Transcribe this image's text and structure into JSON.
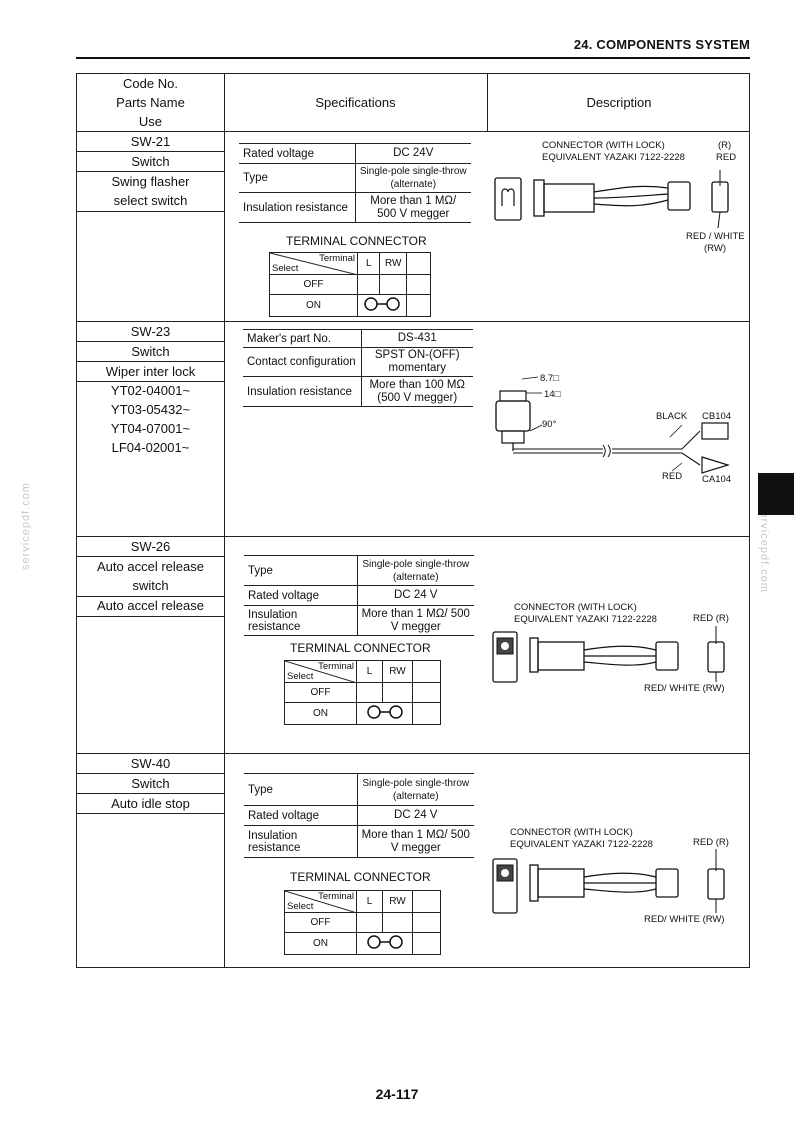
{
  "header": {
    "title": "24. COMPONENTS SYSTEM"
  },
  "table_header": {
    "col1": [
      "Code No.",
      "Parts Name",
      "Use"
    ],
    "col2": "Specifications",
    "col3": "Description"
  },
  "rows": [
    {
      "code": "SW-21",
      "name": "Switch",
      "use": [
        "Swing flasher",
        "select switch"
      ],
      "specs": [
        {
          "key": "Rated voltage",
          "value": "DC 24V"
        },
        {
          "key": "Type",
          "value": "Single-pole single-throw (alternate)"
        },
        {
          "key": "Insulation resistance",
          "value": "More than 1 MΩ/ 500 V megger"
        }
      ],
      "terminal": {
        "title": "TERMINAL CONNECTOR",
        "corner_top": "Terminal",
        "corner_bottom": "Select",
        "cols": [
          "L",
          "RW"
        ],
        "rows": [
          "OFF",
          "ON"
        ]
      },
      "diagram": {
        "connector": "CONNECTOR (WITH LOCK)",
        "equivalent": "EQUIVALENT YAZAKI 7122-2228",
        "r_code": "(R)",
        "r_color": "RED",
        "rw_color": "RED / WHITE",
        "rw_code": "(RW)"
      }
    },
    {
      "code": "SW-23",
      "name": "Switch",
      "use": [
        "Wiper inter lock"
      ],
      "serials": [
        "YT02-04001~",
        "YT03-05432~",
        "YT04-07001~",
        "LF04-02001~"
      ],
      "specs": [
        {
          "key": "Maker's part No.",
          "value": "DS-431"
        },
        {
          "key": "Contact configuration",
          "value": "SPST ON-(OFF) momentary"
        },
        {
          "key": "Insulation resistance",
          "value": "More than 100 MΩ (500 V megger)"
        }
      ],
      "diagram": {
        "dim1": "8.7□",
        "dim2": "14□",
        "angle": "90°",
        "black": "BLACK",
        "cb": "CB104",
        "red": "RED",
        "ca": "CA104"
      }
    },
    {
      "code": "SW-26",
      "name": "Auto accel release switch",
      "name_lines": [
        "Auto accel release",
        "switch"
      ],
      "use": [
        "Auto accel release"
      ],
      "specs": [
        {
          "key": "Type",
          "value": "Single-pole single-throw (alternate)"
        },
        {
          "key": "Rated voltage",
          "value": "DC 24 V"
        },
        {
          "key": "Insulation resistance",
          "value": "More than 1 MΩ/ 500 V megger"
        }
      ],
      "terminal": {
        "title": "TERMINAL CONNECTOR",
        "corner_top": "Terminal",
        "corner_bottom": "Select",
        "cols": [
          "L",
          "RW"
        ],
        "rows": [
          "OFF",
          "ON"
        ]
      },
      "diagram": {
        "connector": "CONNECTOR (WITH LOCK)",
        "equivalent": "EQUIVALENT YAZAKI 7122-2228",
        "r_label": "RED (R)",
        "rw_label": "RED/ WHITE (RW)"
      }
    },
    {
      "code": "SW-40",
      "name": "Switch",
      "use": [
        "Auto idle stop"
      ],
      "specs": [
        {
          "key": "Type",
          "value": "Single-pole single-throw (alternate)"
        },
        {
          "key": "Rated voltage",
          "value": "DC 24 V"
        },
        {
          "key": "Insulation resistance",
          "value": "More than 1 MΩ/ 500 V megger"
        }
      ],
      "terminal": {
        "title": "TERMINAL CONNECTOR",
        "corner_top": "Terminal",
        "corner_bottom": "Select",
        "cols": [
          "L",
          "RW"
        ],
        "rows": [
          "OFF",
          "ON"
        ]
      },
      "diagram": {
        "connector": "CONNECTOR (WITH LOCK)",
        "equivalent": "EQUIVALENT YAZAKI 7122-2228",
        "r_label": "RED (R)",
        "rw_label": "RED/ WHITE (RW)"
      }
    }
  ],
  "watermark": "servicepdf.com",
  "footer": {
    "page_number": "24-117"
  }
}
